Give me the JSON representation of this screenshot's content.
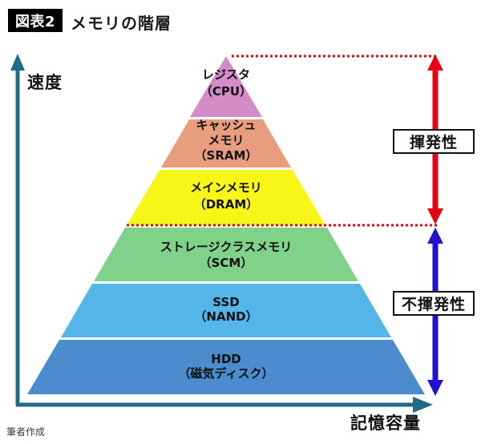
{
  "header": {
    "badge": "図表2",
    "title": "メモリの階層"
  },
  "axes": {
    "y_label": "速度",
    "x_label": "記憶容量",
    "color": "#226b86"
  },
  "pyramid": {
    "layers": [
      {
        "lines": [
          "レジスタ",
          "（CPU）"
        ],
        "color": "#d48cc6"
      },
      {
        "lines": [
          "キャッシュ",
          "メモリ",
          "（SRAM）"
        ],
        "color": "#e89e7e"
      },
      {
        "lines": [
          "メインメモリ",
          "（DRAM）"
        ],
        "color": "#f8f619"
      },
      {
        "lines": [
          "ストレージクラスメモリ",
          "（SCM）"
        ],
        "color": "#80d28b"
      },
      {
        "lines": [
          "SSD",
          "（NAND）"
        ],
        "color": "#54b5e8"
      },
      {
        "lines": [
          "HDD",
          "（磁気ディスク）"
        ],
        "color": "#4a8ccd"
      }
    ]
  },
  "annotations": {
    "volatile": {
      "label": "揮発性",
      "color": "#e60012"
    },
    "nonvolatile": {
      "label": "不揮発性",
      "color": "#2012d0"
    }
  },
  "guides": {
    "color": "#e60012"
  },
  "footer": {
    "credit": "筆者作成"
  }
}
